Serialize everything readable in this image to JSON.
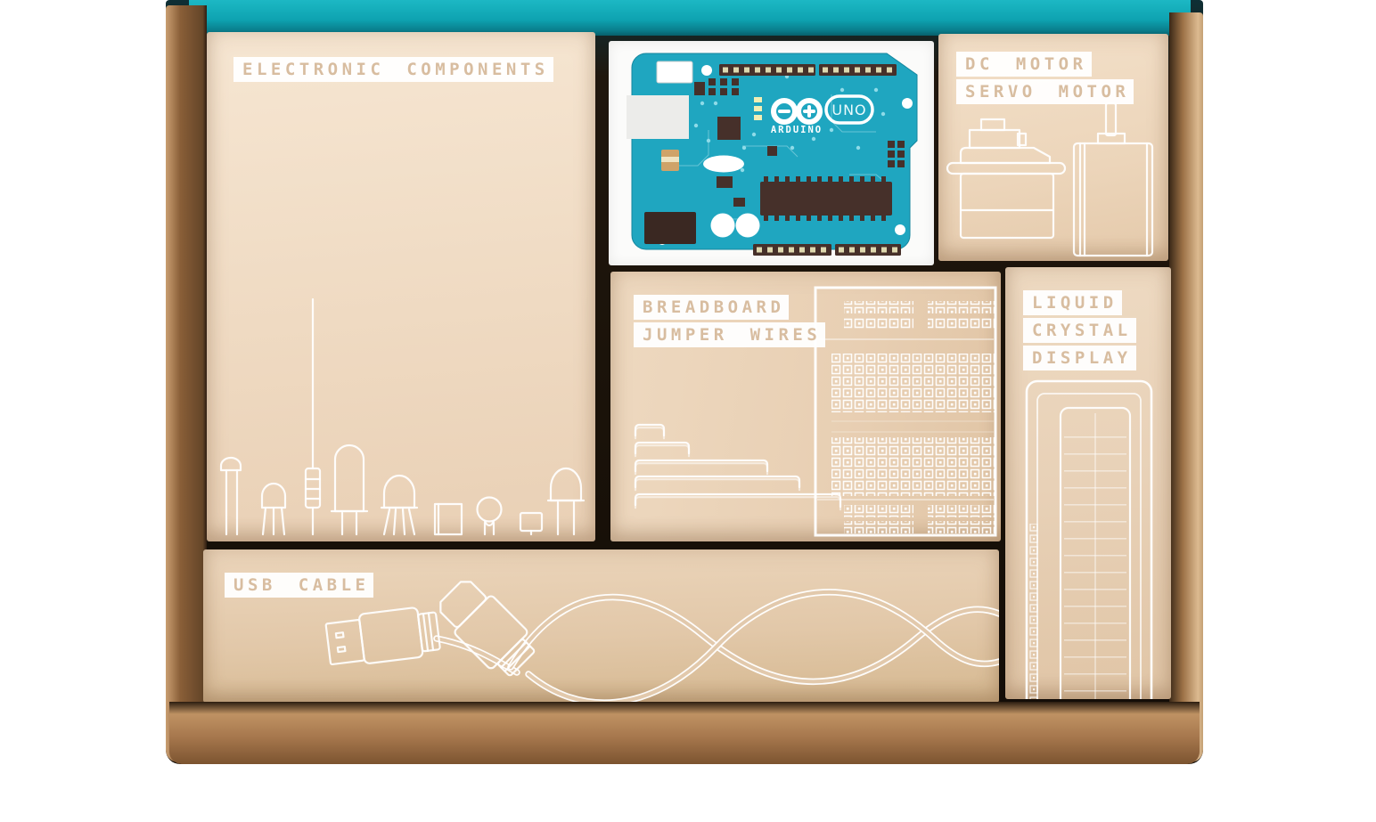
{
  "image": {
    "alt": "Open Arduino Starter Kit box: teal lid edge at top, kraft compartment boxes labeled with white line art, Arduino UNO board on white card"
  },
  "palette": {
    "background_white": "#ffffff",
    "lid_teal": "#0ea3b1",
    "interior_shadow": "#1a1209",
    "kraft_light": "#f2e0ca",
    "kraft_mid": "#e6cdb0",
    "kraft_wall": "#a5764c",
    "line_art_white": "#ffffff",
    "label_text_tan": "#d8bda0",
    "label_chip_white": "#ffffff",
    "board_teal": "#1fa6c0",
    "board_component_brown": "#46302a",
    "card_white": "#fbfbfa"
  },
  "labels": {
    "electronic_components": {
      "line1": "ELECTRONIC COMPONENTS"
    },
    "dc_servo": {
      "line1": "DC MOTOR",
      "line2": "SERVO MOTOR"
    },
    "breadboard": {
      "line1": "BREADBOARD",
      "line2": "JUMPER WIRES"
    },
    "lcd": {
      "line1": "LIQUID",
      "line2": "CRYSTAL",
      "line3": "DISPLAY"
    },
    "usb": {
      "line1": "USB CABLE"
    },
    "board": {
      "brand": "ARDUINO",
      "model": "UNO"
    }
  },
  "icons": {
    "component_lineart": [
      "phototransistor-icon",
      "transistor-icon",
      "resistor-icon",
      "capacitor-icon",
      "led-icon",
      "tilt-sensor-icon",
      "thermistor-icon",
      "pushbutton-icon",
      "big-led-icon"
    ],
    "other_lineart": [
      "servo-motor-icon",
      "dc-motor-icon",
      "breadboard-icon",
      "jumper-wires-icon",
      "lcd-module-icon",
      "usb-a-connector-icon",
      "usb-b-connector-icon",
      "usb-cable-wave-icon"
    ],
    "board_marks": [
      "arduino-infinity-logo-icon"
    ]
  }
}
